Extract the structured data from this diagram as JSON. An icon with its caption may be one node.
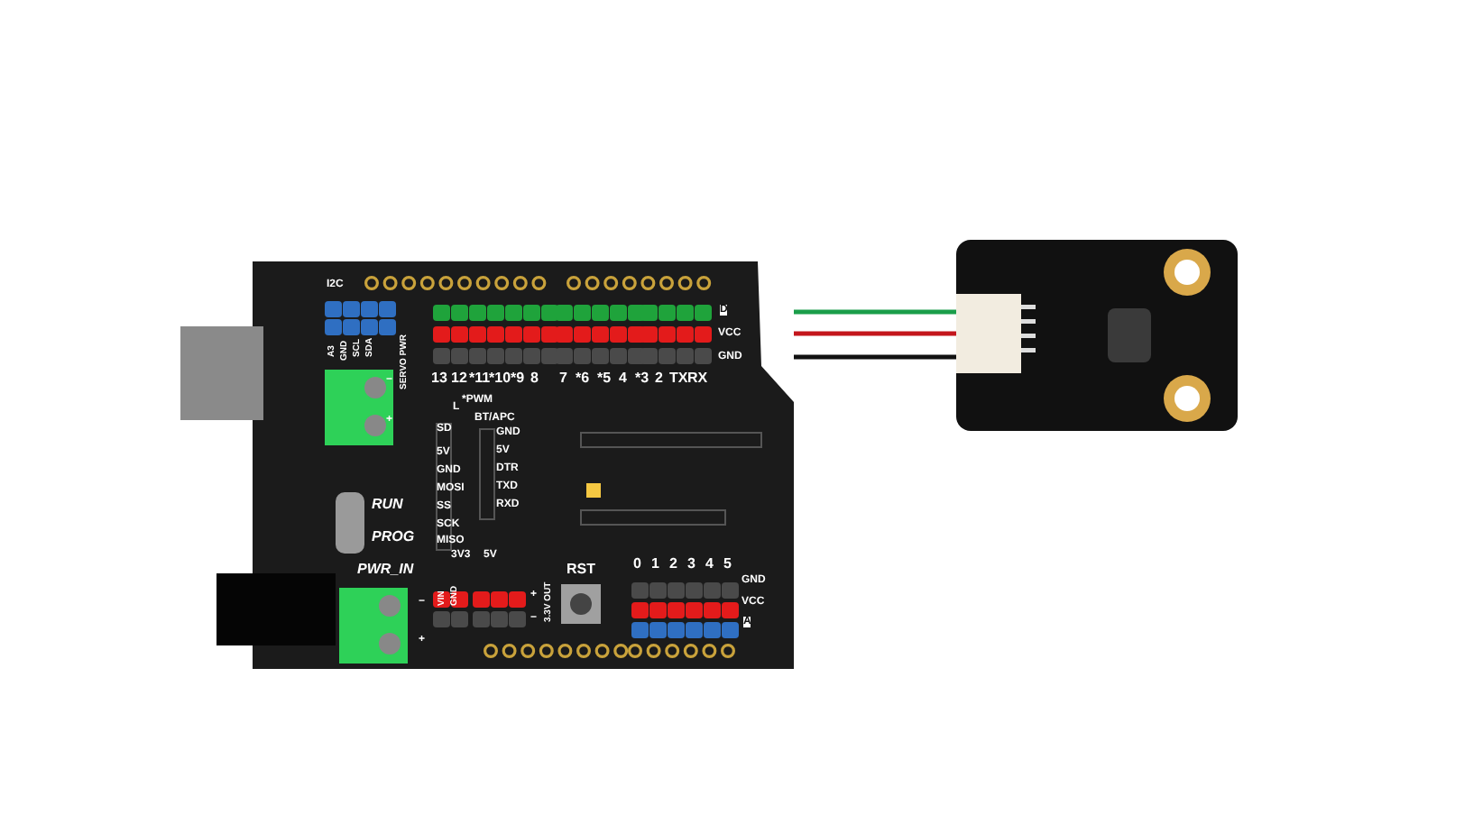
{
  "diagram": {
    "nodes": [
      {
        "text": [],
        "shape": "picture"
      },
      {
        "text": [],
        "shape": "picture"
      }
    ],
    "edges": [
      {
        "from": 0,
        "to": 1,
        "arrow": "none",
        "color": "#1a9e4a"
      },
      {
        "from": 0,
        "to": 1,
        "arrow": "none",
        "color": "#c4161c"
      },
      {
        "from": 0,
        "to": 1,
        "arrow": "none",
        "color": "#111111"
      }
    ],
    "labels": [
      "I2C",
      "A3",
      "GND",
      "SCL",
      "SDA",
      "SERVO PWR",
      "−",
      "+",
      "13",
      "12",
      "*11",
      "*10",
      "*9",
      "8",
      "7",
      "*6",
      "*5",
      "4",
      "*3",
      "2",
      "TX",
      "RX",
      "D",
      "VCC",
      "GND",
      "L",
      "*PWM",
      "BT/APC",
      "SD",
      "5V",
      "GND",
      "MOSI",
      "SS",
      "SCK",
      "MISO",
      "GND",
      "5V",
      "DTR",
      "TXD",
      "RXD",
      "RUN",
      "PROG",
      "PWR_IN",
      "3V3",
      "5V",
      "VIN",
      "GND",
      "−",
      "+",
      "+",
      "−",
      "3.3V OUT",
      "RST",
      "0",
      "1",
      "2",
      "3",
      "4",
      "5",
      "GND",
      "VCC",
      "A"
    ]
  }
}
